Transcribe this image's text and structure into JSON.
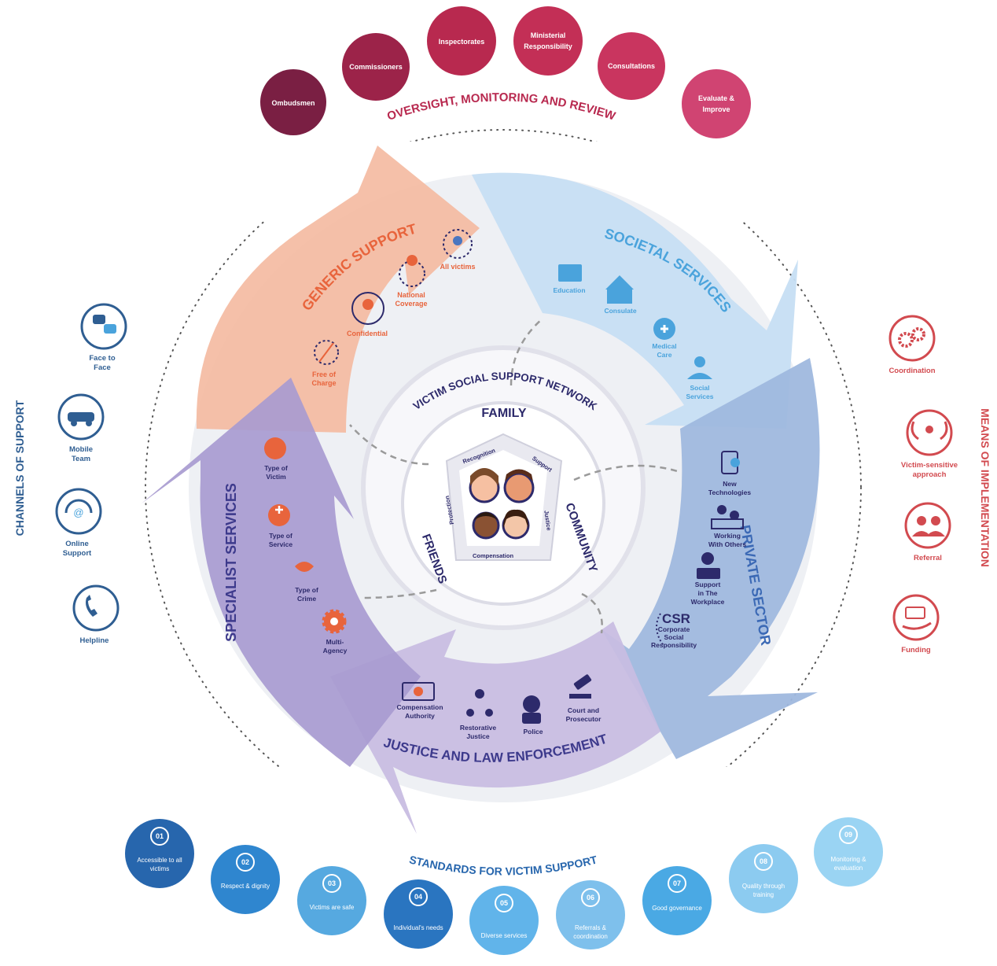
{
  "colors": {
    "oversight": [
      "#7a1f43",
      "#9c2349",
      "#b8294f",
      "#c32f56",
      "#c9355f",
      "#d04472"
    ],
    "generic": "#f4b9a0",
    "generic_dark": "#e8643c",
    "societal": "#c6def3",
    "societal_dark": "#4aa3dc",
    "private": "#9fb8de",
    "private_dark": "#3b69b5",
    "justice": "#c8bde2",
    "justice_dark": "#3d3a8c",
    "specialist": "#a89bd0",
    "specialist_dark": "#3d3a8c",
    "channels": "#2f5e92",
    "means": "#d24a4f",
    "standards": [
      "#2766ad",
      "#2f86cf",
      "#56a9e0",
      "#2a75c0",
      "#61b4ea",
      "#7ec0ec",
      "#4aa9e4",
      "#8ccbf0",
      "#9ad4f3"
    ]
  },
  "oversight": {
    "title": "OVERSIGHT, MONITORING AND REVIEW",
    "items": [
      {
        "l1": "Ombudsmen",
        "l2": ""
      },
      {
        "l1": "Commissioners",
        "l2": ""
      },
      {
        "l1": "Inspectorates",
        "l2": ""
      },
      {
        "l1": "Ministerial",
        "l2": "Responsibility"
      },
      {
        "l1": "Consultations",
        "l2": ""
      },
      {
        "l1": "Evaluate &",
        "l2": "Improve"
      }
    ]
  },
  "generic": {
    "title": "GENERIC SUPPORT",
    "items": [
      {
        "l1": "Free of",
        "l2": "Charge"
      },
      {
        "l1": "Confidential",
        "l2": ""
      },
      {
        "l1": "National",
        "l2": "Coverage"
      },
      {
        "l1": "All victims",
        "l2": ""
      }
    ]
  },
  "societal": {
    "title": "SOCIETAL SERVICES",
    "items": [
      {
        "l1": "Education",
        "l2": ""
      },
      {
        "l1": "Consulate",
        "l2": ""
      },
      {
        "l1": "Medical",
        "l2": "Care"
      },
      {
        "l1": "Social",
        "l2": "Services"
      }
    ]
  },
  "private": {
    "title": "PRIVATE SECTOR",
    "items": [
      {
        "l1": "New",
        "l2": "Technologies"
      },
      {
        "l1": "Working",
        "l2": "With Others"
      },
      {
        "l1": "Support",
        "l2": "in The",
        "l3": "Workplace"
      }
    ],
    "csr": "CSR",
    "csr_l1": "Corporate",
    "csr_l2": "Social",
    "csr_l3": "Responsibility"
  },
  "justice": {
    "title": "JUSTICE AND LAW ENFORCEMENT",
    "items": [
      {
        "l1": "Compensation",
        "l2": "Authority"
      },
      {
        "l1": "Restorative",
        "l2": "Justice"
      },
      {
        "l1": "Police",
        "l2": ""
      },
      {
        "l1": "Court and",
        "l2": "Prosecutor"
      }
    ]
  },
  "specialist": {
    "title": "SPECIALIST SERVICES",
    "items": [
      {
        "l1": "Type of",
        "l2": "Victim"
      },
      {
        "l1": "Type of",
        "l2": "Service"
      },
      {
        "l1": "Type of",
        "l2": "Crime"
      },
      {
        "l1": "Multi-",
        "l2": "Agency"
      }
    ]
  },
  "network": {
    "title": "VICTIM SOCIAL SUPPORT NETWORK",
    "family": "FAMILY",
    "community": "COMMUNITY",
    "friends": "FRIENDS",
    "pentagon": {
      "recognition": "Recognition",
      "support": "Support",
      "justice": "Justice",
      "compensation": "Compensation",
      "protection": "Protection"
    }
  },
  "channels": {
    "title": "CHANNELS OF SUPPORT",
    "items": [
      {
        "l1": "Face to",
        "l2": "Face",
        "icon": "face-to-face-icon"
      },
      {
        "l1": "Mobile",
        "l2": "Team",
        "icon": "car-icon"
      },
      {
        "l1": "Online",
        "l2": "Support",
        "icon": "headset-icon"
      },
      {
        "l1": "Helpline",
        "l2": "",
        "icon": "phone-icon"
      }
    ]
  },
  "means": {
    "title": "MEANS OF IMPLEMENTATION",
    "items": [
      {
        "l1": "Coordination",
        "l2": "",
        "icon": "gears-icon"
      },
      {
        "l1": "Victim-sensitive",
        "l2": "approach",
        "icon": "hands-icon"
      },
      {
        "l1": "Referral",
        "l2": "",
        "icon": "people-icon"
      },
      {
        "l1": "Funding",
        "l2": "",
        "icon": "money-hand-icon"
      }
    ]
  },
  "standards": {
    "title": "STANDARDS FOR VICTIM SUPPORT",
    "items": [
      {
        "num": "01",
        "l1": "Accessible to all",
        "l2": "victims"
      },
      {
        "num": "02",
        "l1": "Respect & dignity",
        "l2": ""
      },
      {
        "num": "03",
        "l1": "Victims are safe",
        "l2": ""
      },
      {
        "num": "04",
        "l1": "Individual's needs",
        "l2": ""
      },
      {
        "num": "05",
        "l1": "Diverse services",
        "l2": ""
      },
      {
        "num": "06",
        "l1": "Referrals &",
        "l2": "coordination"
      },
      {
        "num": "07",
        "l1": "Good governance",
        "l2": ""
      },
      {
        "num": "08",
        "l1": "Quality through",
        "l2": "training"
      },
      {
        "num": "09",
        "l1": "Monitoring &",
        "l2": "evaluation"
      }
    ]
  }
}
